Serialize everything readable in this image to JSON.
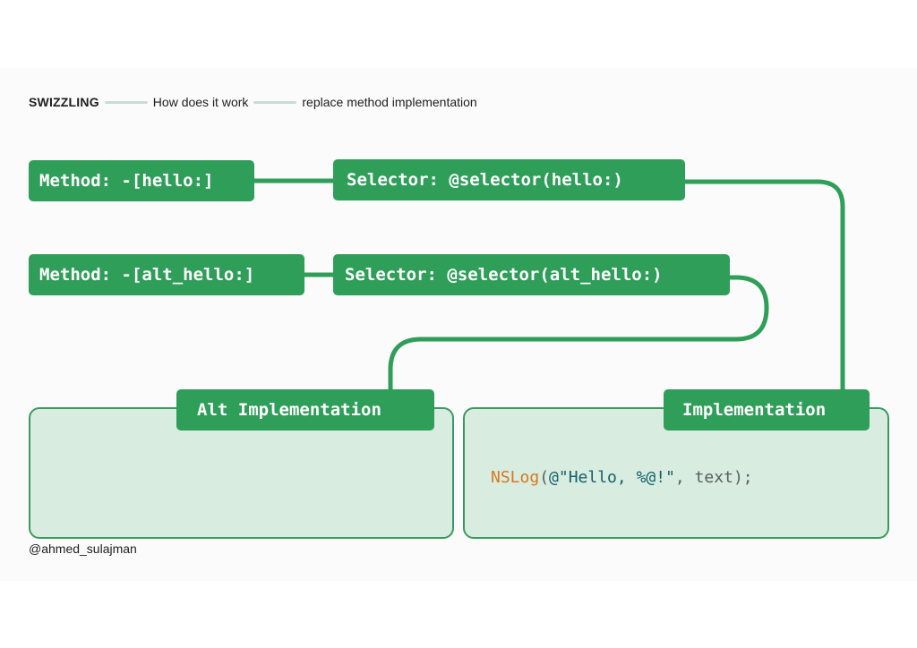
{
  "breadcrumb": {
    "items": [
      "SWIZZLING",
      "How does it work",
      "replace method implementation"
    ]
  },
  "nodes": {
    "method_hello": "Method: -[hello:]",
    "selector_hello": "Selector: @selector(hello:)",
    "method_alt_hello": "Method: -[alt_hello:]",
    "selector_alt_hello": "Selector: @selector(alt_hello:)",
    "alt_implementation": "Alt Implementation",
    "implementation": "Implementation"
  },
  "code": {
    "fn": "NSLog",
    "open": "(",
    "string": "@\"Hello, %@!\"",
    "rest": ", text);"
  },
  "footer": {
    "author": "@ahmed_sulajman"
  },
  "colors": {
    "accent": "#2f9e59",
    "panel_fill": "#d8ece0",
    "panel_border": "#3a9b5e",
    "separator": "#c8dcd6",
    "code_function": "#d7781e",
    "code_string": "#14606a"
  }
}
